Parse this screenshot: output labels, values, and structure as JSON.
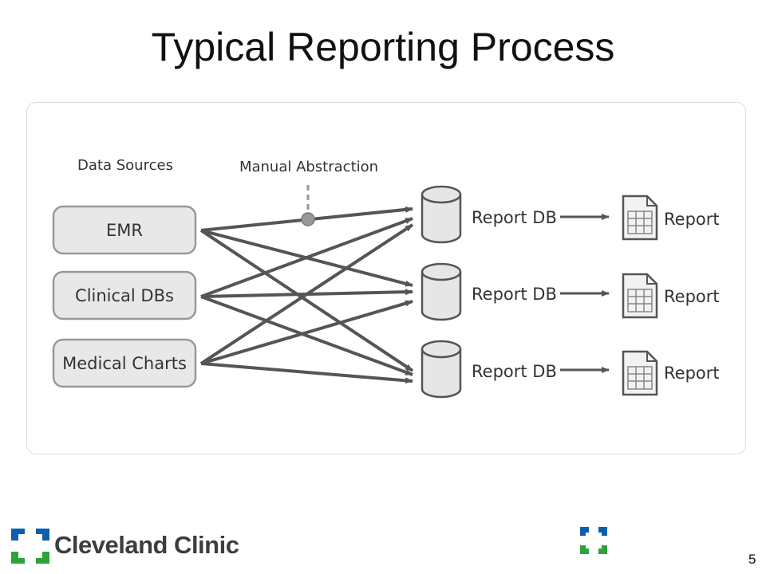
{
  "slide": {
    "title": "Typical Reporting Process",
    "page_number": "5"
  },
  "diagram": {
    "headings": {
      "sources": "Data Sources",
      "abstraction": "Manual Abstraction"
    },
    "sources": [
      "EMR",
      "Clinical DBs",
      "Medical Charts"
    ],
    "report_dbs": [
      "Report DB",
      "Report DB",
      "Report DB"
    ],
    "reports": [
      "Report",
      "Report",
      "Report"
    ]
  },
  "logo": {
    "text": "Cleveland Clinic",
    "colors": {
      "blue": "#0b5fae",
      "green": "#2ea33a"
    }
  },
  "colors": {
    "arrow": "#555555",
    "box_fill": "#e8e8e8",
    "box_stroke": "#999999",
    "db_fill": "#e6e6e6"
  }
}
